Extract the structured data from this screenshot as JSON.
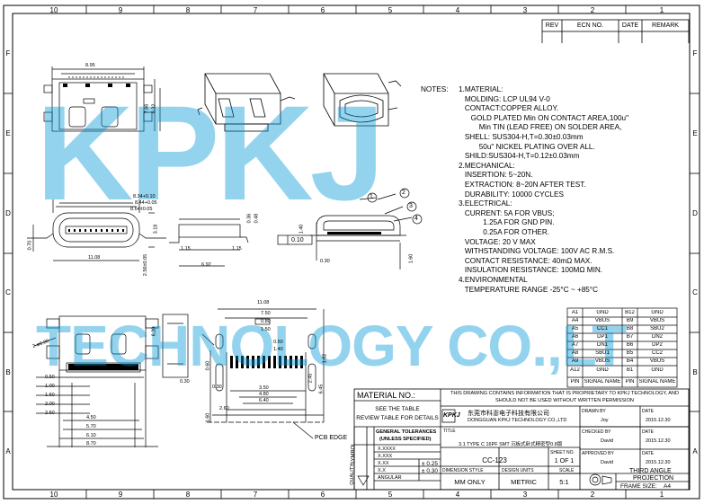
{
  "zones_top": [
    "10",
    "9",
    "8",
    "7",
    "6",
    "5",
    "4",
    "3",
    "2",
    "1"
  ],
  "zones_bottom": [
    "10",
    "9",
    "8",
    "7",
    "6",
    "5",
    "4",
    "3",
    "2",
    "1"
  ],
  "rows_left": [
    "F",
    "E",
    "D",
    "C",
    "B",
    "A"
  ],
  "rows_right": [
    "F",
    "E",
    "D",
    "C",
    "B",
    "A"
  ],
  "revision_header": {
    "rev": "REV",
    "ecn": "ECN NO.",
    "date": "DATE",
    "remark": "REMARK"
  },
  "notes": {
    "label": "NOTES:",
    "lines": [
      "1.MATERIAL:",
      "   MOLDING: LCP UL94 V-0",
      "   CONTACT:COPPER ALLOY.",
      "      GOLD PLATED Min ON CONTACT AREA,100u\"",
      "          Min TIN (LEAD FREE) ON SOLDER AREA,",
      "   SHELL: SUS304-H,T=0.30±0.03mm",
      "          50u\" NICKEL PLATING OVER ALL.",
      "   SHILD:SUS304-H,T=0.12±0.03mm",
      "2.MECHANICAL:",
      "   INSERTION: 5~20N.",
      "   EXTRACTION: 8~20N AFTER TEST.",
      "   DURABILITY: 10000 CYCLES",
      "3.ELECTRICAL:",
      "   CURRENT: 5A FOR VBUS;",
      "            1.25A FOR GND PIN.",
      "            0.25A FOR OTHER.",
      "   VOLTAGE: 20 V MAX",
      "   WITHSTANDING VOLTAGE: 100V AC R.M.S.",
      "   CONTACT RESISTANCE: 40mΩ MAX.",
      "   INSULATION RESISTANCE: 100MΩ MIN.",
      "4.ENVIRONMENTAL",
      "   TEMPERATURE RANGE -25°C ~ +85°C"
    ]
  },
  "pin_table": {
    "rows": [
      [
        "A1",
        "GND",
        "B12",
        "GND"
      ],
      [
        "A4",
        "VBUS",
        "B9",
        "VBUS"
      ],
      [
        "A5",
        "CC1",
        "B8",
        "SBU2"
      ],
      [
        "A6",
        "DP1",
        "B7",
        "DN2"
      ],
      [
        "A7",
        "DN1",
        "B6",
        "DP2"
      ],
      [
        "A8",
        "SBU1",
        "B5",
        "CC2"
      ],
      [
        "A9",
        "VBUS",
        "B4",
        "VBUS"
      ],
      [
        "A12",
        "GND",
        "B1",
        "GND"
      ]
    ],
    "header": [
      "PIN",
      "SIGNAL NAME",
      "PIN",
      "SIGNAL NAME"
    ]
  },
  "callouts": [
    "1",
    "2",
    "3",
    "4"
  ],
  "flatness": "0.10",
  "dimensions": {
    "top_width": "8.95",
    "side_a": "7.66",
    "side_b": "8.32",
    "w1": "8.34+0.10",
    "w1b": "8.44+0.05",
    "w2": "8.64±0.05",
    "h1": "3.18",
    "h2": "0.70",
    "len": "11.08",
    "thick": "2.56±0.05",
    "pitch1": "1.15",
    "pitch2": "1.15",
    "d1": "6.92",
    "d2": "0.36",
    "d3": "0.48",
    "d4": "1.40",
    "d5": "0.30",
    "d6": "1.60",
    "fp_len": "11.08",
    "fp_w": "7.50",
    "fp_x": "0.80",
    "fp_1": "1.50",
    "fp_2": "0.50",
    "fp_3": "1.40",
    "fp_4": "3.50",
    "fp_5": "4.80",
    "fp_6": "6.40",
    "fp_7": "0.60",
    "fp_8": "2.45",
    "fp_9": "6.45",
    "fp_10": "1.62",
    "fp_11": "0.30",
    "fp_12": "2.60",
    "fp_13": "1.60",
    "pcb_edge": "PCB EDGE",
    "v_620": "6.20",
    "left_list": [
      "0.50",
      "1.00",
      "1.50",
      "2.00",
      "2.50"
    ],
    "left_bot": [
      "4.50",
      "5.70",
      "6.10",
      "8.70"
    ],
    "angle": "2-ø0.80",
    "d_030": "0.30"
  },
  "title_block": {
    "material_label": "MATERIAL NO.:",
    "see_table": "SEE THE TABLE",
    "review": "REVIEW TABLE FOR DETAILS",
    "proprietary": "THIS DRAWING CONTAINS INFORMATION THAT IS PROPRIETARY TO KPKJ TECHNOLOGY, AND SHOULD NOT BE USED WITHOUT WRITTEN PERMISSION",
    "company_cn": "东莞市科澎电子科技有限公司",
    "company_en": "DONGGUAN KPKJ TECHNOLOGY CO.,LTD",
    "logo": "KPKJ",
    "title_label": "TITLE",
    "title": "3.1 TYPE C 16PF SMT 沉板式卧式精密型0.8版",
    "part_no": "CC-123",
    "drawn_by_label": "DRAWN BY",
    "drawn_by": "Joy",
    "date_label": "DATE",
    "drawn_date": "2015.12.30",
    "checked_by_label": "CHECKED BY",
    "checked_by": "David",
    "checked_date": "2015.12.30",
    "approved_by_label": "APPROVED BY",
    "approved_by": "David",
    "approved_date": "2015.12.30",
    "tol_label": "GENERAL TOLERANCES",
    "tol_sub": "(UNLESS SPECIFIED)",
    "tolerances": [
      [
        "X.XXXX",
        ""
      ],
      [
        "X.XXX",
        ""
      ],
      [
        "X.XX",
        "± 0.25"
      ],
      [
        "X.X",
        "± 0.30"
      ],
      [
        "ANGULAR",
        ""
      ]
    ],
    "symbol_label": "SYMBOL",
    "quality": "QUALITY",
    "dim_style_label": "DIMENSION STYLE",
    "dim_style": "MM ONLY",
    "design_units_label": "DESIGN UNITS",
    "design_units": "METRIC",
    "scale_label": "SCALE",
    "scale": "5:1",
    "sheet_label": "SHEET NO.",
    "sheet": "1 OF 1",
    "projection": "THIRD ANGLE",
    "projection2": "PROJECTION",
    "frame_label": "FRAME SIZE:",
    "frame": "A4"
  },
  "watermark": {
    "line1": "KPKJ",
    "line2": "TECHNOLOGY CO.,LT"
  }
}
